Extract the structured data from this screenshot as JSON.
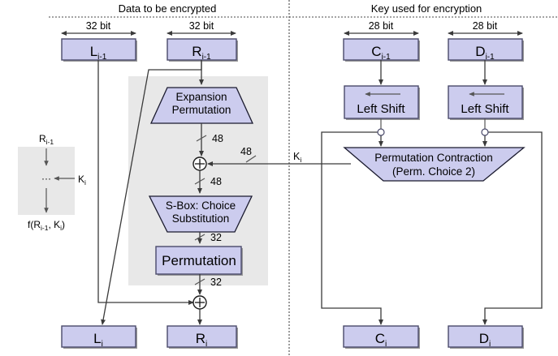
{
  "headers": {
    "left": "Data to be encrypted",
    "right": "Key used for encryption"
  },
  "bit_labels": {
    "l_prev": "32 bit",
    "r_prev": "32 bit",
    "c_prev": "28 bit",
    "d_prev": "28 bit"
  },
  "blocks": {
    "l_prev": {
      "base": "L",
      "sub": "i-1"
    },
    "r_prev": {
      "base": "R",
      "sub": "i-1"
    },
    "c_prev": {
      "base": "C",
      "sub": "i-1"
    },
    "d_prev": {
      "base": "D",
      "sub": "i-1"
    },
    "l_next": {
      "base": "L",
      "sub": "i"
    },
    "r_next": {
      "base": "R",
      "sub": "i"
    },
    "c_next": {
      "base": "C",
      "sub": "i"
    },
    "d_next": {
      "base": "D",
      "sub": "i"
    }
  },
  "stages": {
    "expansion": {
      "line1": "Expansion",
      "line2": "Permutation"
    },
    "sbox": {
      "line1": "S-Box: Choice",
      "line2": "Substitution"
    },
    "permutation": {
      "label": "Permutation"
    },
    "left_shift_c": {
      "label": "Left Shift"
    },
    "left_shift_d": {
      "label": "Left Shift"
    },
    "perm_contraction": {
      "line1": "Permutation Contraction",
      "line2": "(Perm. Choice 2)"
    }
  },
  "wire_labels": {
    "expansion_out": "48",
    "key_in": "48",
    "xor_out": "48",
    "sbox_out": "32",
    "perm_out": "32",
    "subkey": {
      "base": "K",
      "sub": "i"
    }
  },
  "inset": {
    "input": {
      "base": "R",
      "sub": "i-1"
    },
    "key": {
      "base": "K",
      "sub": "i"
    },
    "dots": "···",
    "output_prefix": "f(R",
    "output_sub1": "i-1",
    "output_mid": ", K",
    "output_sub2": "i",
    "output_suffix": ")"
  },
  "colors": {
    "block_fill": "#ccccee",
    "block_stroke": "#4a4a6a",
    "gray_zone": "#e8e8e8",
    "wire": "#3a3a3a",
    "background": "#ffffff"
  }
}
